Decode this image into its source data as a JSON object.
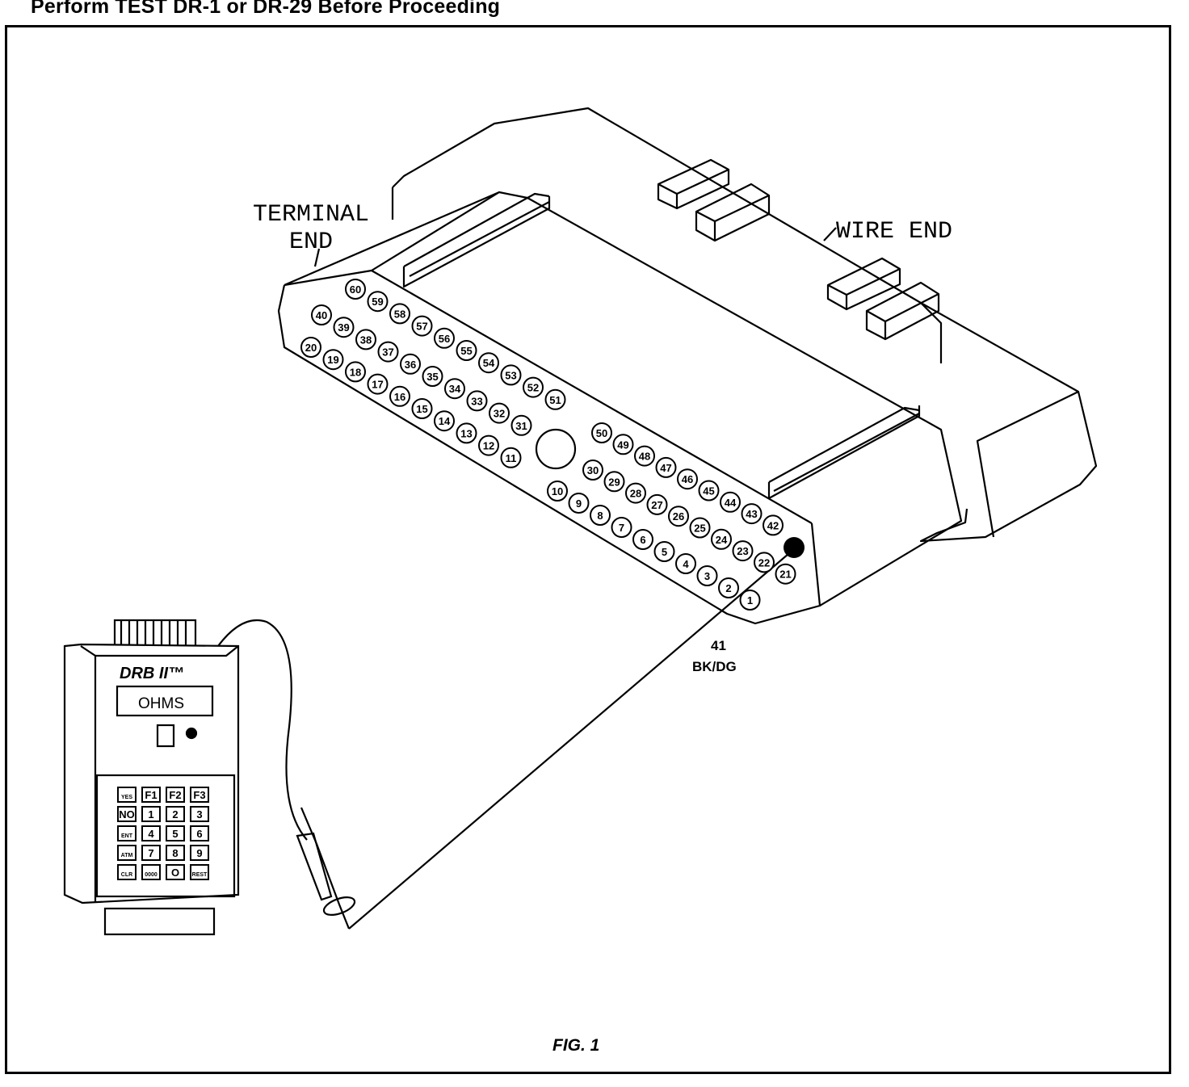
{
  "header": {
    "text": "Perform TEST DR-1 or DR-29 Before Proceeding"
  },
  "connector": {
    "terminal_end_label": [
      "TERMINAL",
      "END"
    ],
    "wire_end_label": "WIRE END",
    "pins_row_a": [
      "60",
      "59",
      "58",
      "57",
      "56",
      "55",
      "54",
      "53",
      "52",
      "51"
    ],
    "pins_row_b": [
      "40",
      "39",
      "38",
      "37",
      "36",
      "35",
      "34",
      "33",
      "32",
      "31"
    ],
    "pins_row_c": [
      "20",
      "19",
      "18",
      "17",
      "16",
      "15",
      "14",
      "13",
      "12",
      "11"
    ],
    "pins_right_a": [
      "50",
      "49",
      "48",
      "47",
      "46",
      "45",
      "44",
      "43",
      "42",
      "41"
    ],
    "pins_right_b": [
      "30",
      "29",
      "28",
      "27",
      "26",
      "25",
      "24",
      "23",
      "22",
      "21"
    ],
    "pins_right_c": [
      "10",
      "9",
      "8",
      "7",
      "6",
      "5",
      "4",
      "3",
      "2",
      "1"
    ],
    "highlighted_pin": "41"
  },
  "wire_label": {
    "number": "41",
    "color_code": "BK/DG"
  },
  "tester": {
    "brand": "DRB II™",
    "display": "OHMS",
    "keys": [
      [
        "YES",
        "F1",
        "F2",
        "F3"
      ],
      [
        "NO",
        "1",
        "2",
        "3"
      ],
      [
        "ENT",
        "4",
        "5",
        "6"
      ],
      [
        "ATM",
        "7",
        "8",
        "9"
      ],
      [
        "CLR",
        "0000",
        "O",
        "REST"
      ]
    ]
  },
  "caption": "FIG. 1"
}
